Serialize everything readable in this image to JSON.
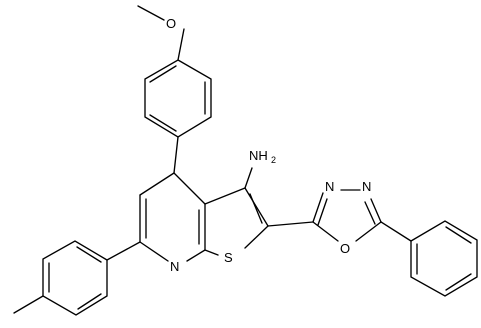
{
  "atom_labels": {
    "o_methoxy": "O",
    "nh2": "NH",
    "nh2_sub": "2",
    "n_pyridine": "N",
    "s_thiophene": "S",
    "n3_oxadiazole": "N",
    "n4_oxadiazole": "N",
    "o_oxadiazole": "O"
  },
  "colors": {
    "line": "#000000",
    "background": "#ffffff"
  }
}
